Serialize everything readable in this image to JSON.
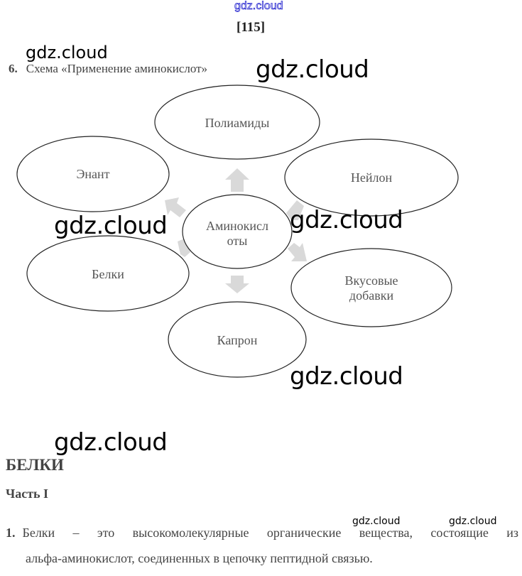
{
  "header": {
    "watermark": "gdz.cloud",
    "page_number": "[115]"
  },
  "task6": {
    "number": "6.",
    "title": "Схема «Применение аминокислот»"
  },
  "diagram": {
    "center": [
      "Аминокисл",
      "оты"
    ],
    "nodes": {
      "polyamides": "Полиамиды",
      "nylon": "Нейлон",
      "enant": "Энант",
      "proteins": "Белки",
      "flavor": [
        "Вкусовые",
        "добавки"
      ],
      "kapron": "Капрон"
    },
    "arrow_color": "#d9d9d9"
  },
  "section": {
    "title": "БЕЛКИ",
    "part": "Часть I"
  },
  "item1": {
    "number": "1.",
    "line1": "Белки – это высокомолекулярные органические вещества, состоящие из",
    "line2": "альфа-аминокислот, соединенных в цепочку пептидной связью."
  },
  "watermarks": [
    "gdz.cloud",
    "gdz.cloud",
    "gdz.cloud",
    "gdz.cloud",
    "gdz.cloud",
    "gdz.cloud",
    "gdz.cloud",
    "gdz.cloud"
  ]
}
